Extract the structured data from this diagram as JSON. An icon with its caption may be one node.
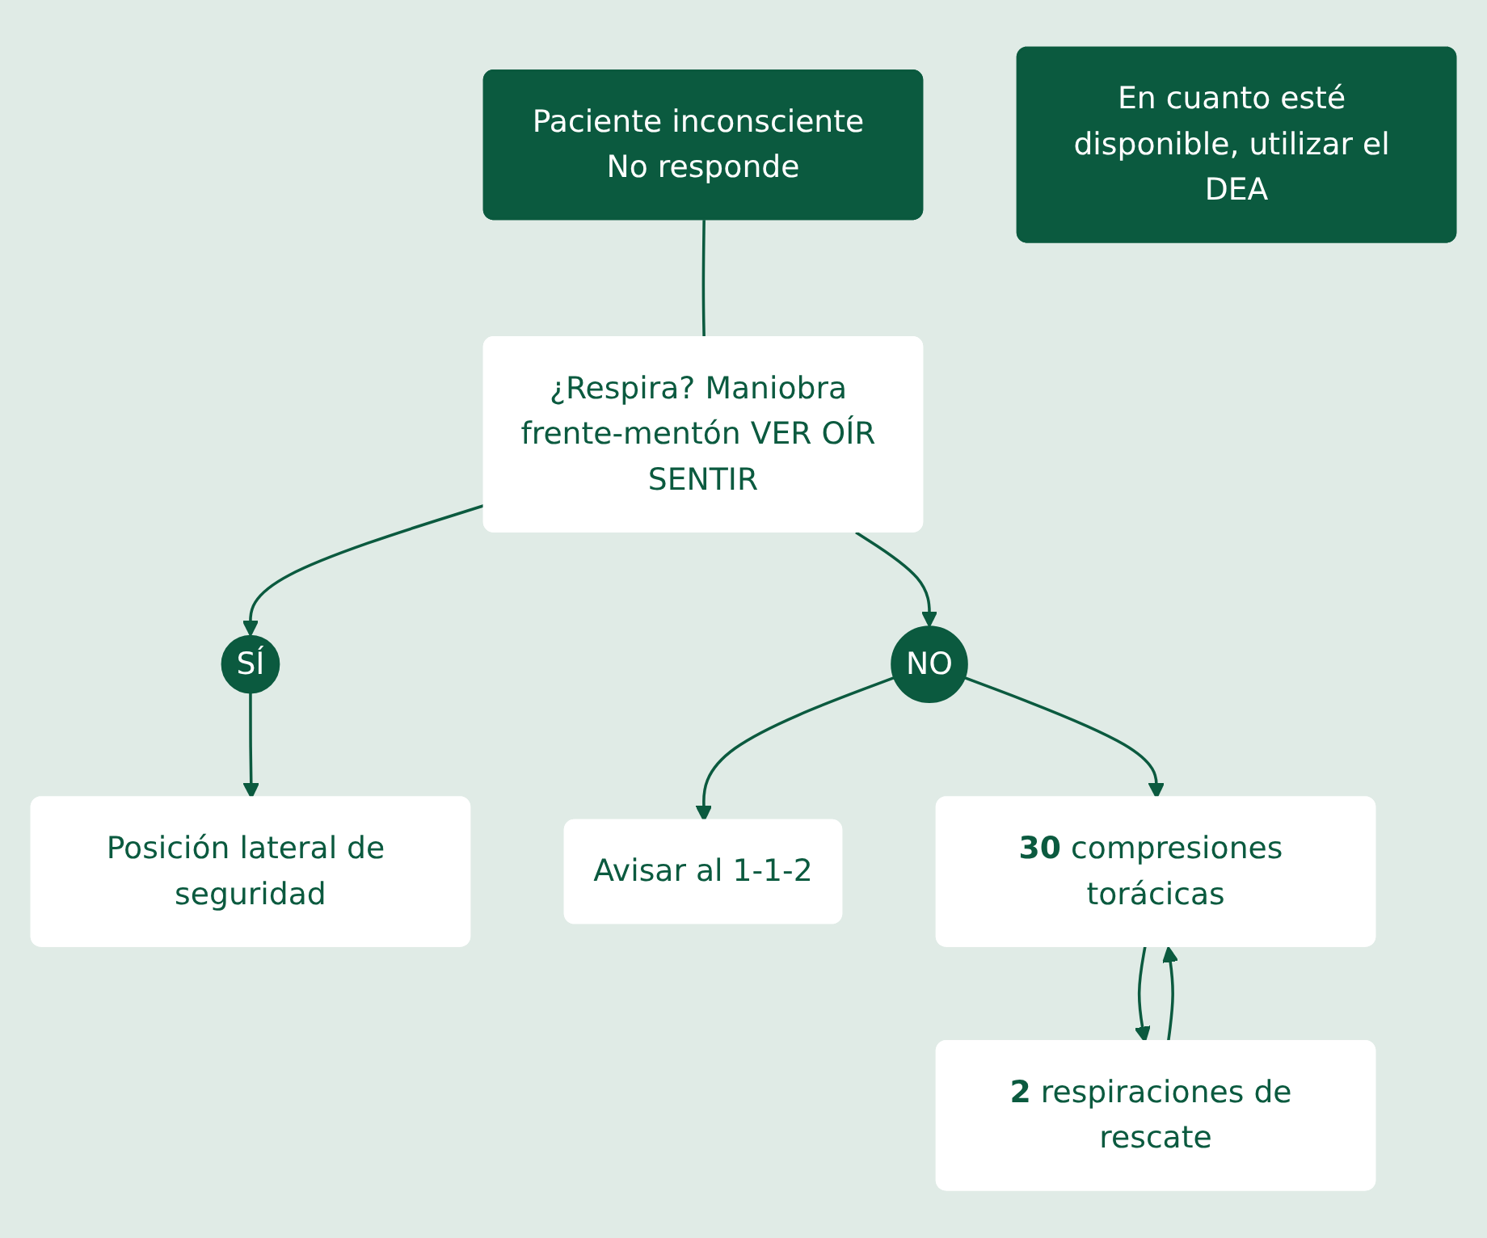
{
  "diagram": {
    "nodes": [
      {
        "text": [
          "Paciente inconsciente No responde"
        ]
      },
      {
        "text": [
          "¿Respira? Maniobra frente-mentón VER OÍR SENTIR"
        ]
      },
      {
        "text": [
          "SÍ"
        ]
      },
      {
        "text": [
          "NO"
        ]
      },
      {
        "text": [
          "Avisar al 1-1-2"
        ]
      },
      {
        "text": [
          "Posición lateral de seguridad"
        ]
      },
      {
        "text": [
          "**30** compresiones torácicas"
        ]
      },
      {
        "text": [
          "**2** respiraciones de rescate"
        ]
      },
      {
        "text": [
          "En cuanto esté disponible, utilizar el DEA"
        ]
      }
    ],
    "edges": [
      {
        "from": 0,
        "to": 1,
        "arrow": "none"
      },
      {
        "from": 1,
        "to": 2,
        "arrow": "to"
      },
      {
        "from": 1,
        "to": 3,
        "arrow": "to"
      },
      {
        "from": 3,
        "to": 4,
        "arrow": "to"
      },
      {
        "from": 2,
        "to": 5,
        "arrow": "to"
      },
      {
        "from": 3,
        "to": 6,
        "arrow": "to"
      },
      {
        "from": 6,
        "to": 7,
        "arrow": "to"
      },
      {
        "from": 7,
        "to": 6,
        "arrow": "to"
      }
    ]
  }
}
